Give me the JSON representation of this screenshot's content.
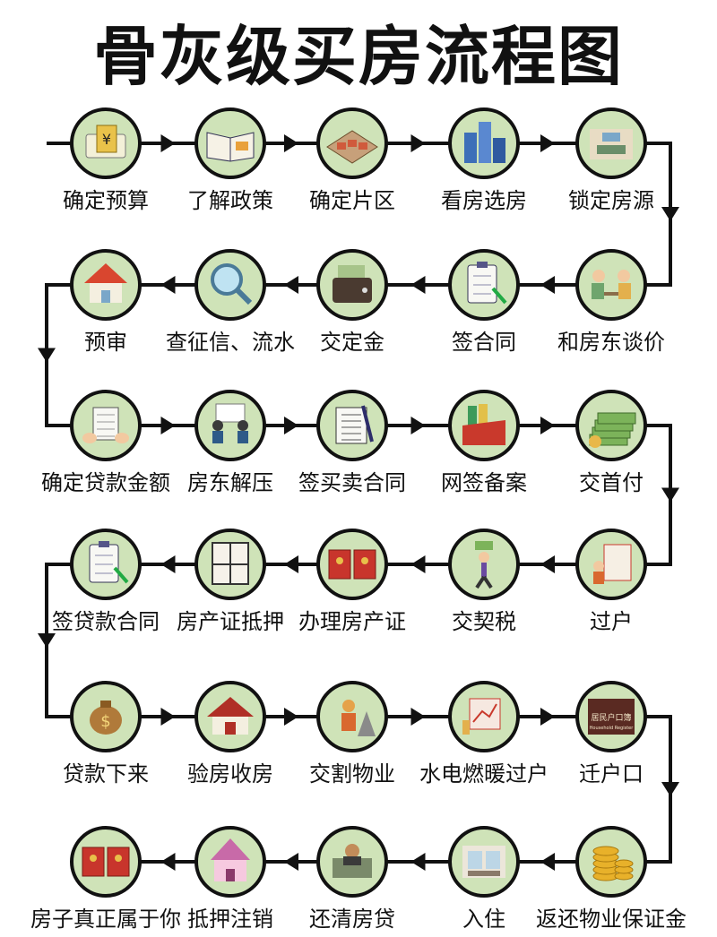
{
  "title": "骨灰级买房流程图",
  "rows": [
    {
      "direction": "right",
      "steps": [
        {
          "label": "确定预算",
          "icon": "money-bundle-icon"
        },
        {
          "label": "了解政策",
          "icon": "open-book-icon"
        },
        {
          "label": "确定片区",
          "icon": "city-block-icon"
        },
        {
          "label": "看房选房",
          "icon": "buildings-icon"
        },
        {
          "label": "锁定房源",
          "icon": "living-room-icon"
        }
      ]
    },
    {
      "direction": "left",
      "steps": [
        {
          "label": "和房东谈价",
          "icon": "negotiation-icon"
        },
        {
          "label": "签合同",
          "icon": "clipboard-sign-icon"
        },
        {
          "label": "交定金",
          "icon": "wallet-cash-icon"
        },
        {
          "label": "查征信、流水",
          "icon": "magnifier-icon"
        },
        {
          "label": "预审",
          "icon": "house-icon"
        }
      ]
    },
    {
      "direction": "right",
      "steps": [
        {
          "label": "确定贷款金额",
          "icon": "paper-hands-icon"
        },
        {
          "label": "房东解压",
          "icon": "meeting-icon"
        },
        {
          "label": "签买卖合同",
          "icon": "contract-pen-icon"
        },
        {
          "label": "网签备案",
          "icon": "file-box-icon"
        },
        {
          "label": "交首付",
          "icon": "cash-stack-icon"
        }
      ]
    },
    {
      "direction": "left",
      "steps": [
        {
          "label": "过户",
          "icon": "certificate-icon"
        },
        {
          "label": "交契税",
          "icon": "person-money-icon"
        },
        {
          "label": "办理房产证",
          "icon": "red-books-icon"
        },
        {
          "label": "房产证抵押",
          "icon": "window-safe-icon"
        },
        {
          "label": "签贷款合同",
          "icon": "clipboard-sign-icon"
        }
      ]
    },
    {
      "direction": "right",
      "steps": [
        {
          "label": "贷款下来",
          "icon": "money-bag-icon"
        },
        {
          "label": "验房收房",
          "icon": "red-house-icon"
        },
        {
          "label": "交割物业",
          "icon": "worker-icon"
        },
        {
          "label": "水电燃暖过户",
          "icon": "chart-board-icon"
        },
        {
          "label": "迁户口",
          "icon": "household-register-icon"
        }
      ]
    },
    {
      "direction": "left",
      "steps": [
        {
          "label": "返还物业保证金",
          "icon": "coins-icon"
        },
        {
          "label": "入住",
          "icon": "interior-icon"
        },
        {
          "label": "还清房贷",
          "icon": "hand-cash-icon"
        },
        {
          "label": "抵押注销",
          "icon": "pink-house-icon"
        },
        {
          "label": "房子真正属于你",
          "icon": "red-books-icon"
        }
      ]
    }
  ],
  "household_sign": "居民户口簿",
  "household_sign_en": "Household Register"
}
